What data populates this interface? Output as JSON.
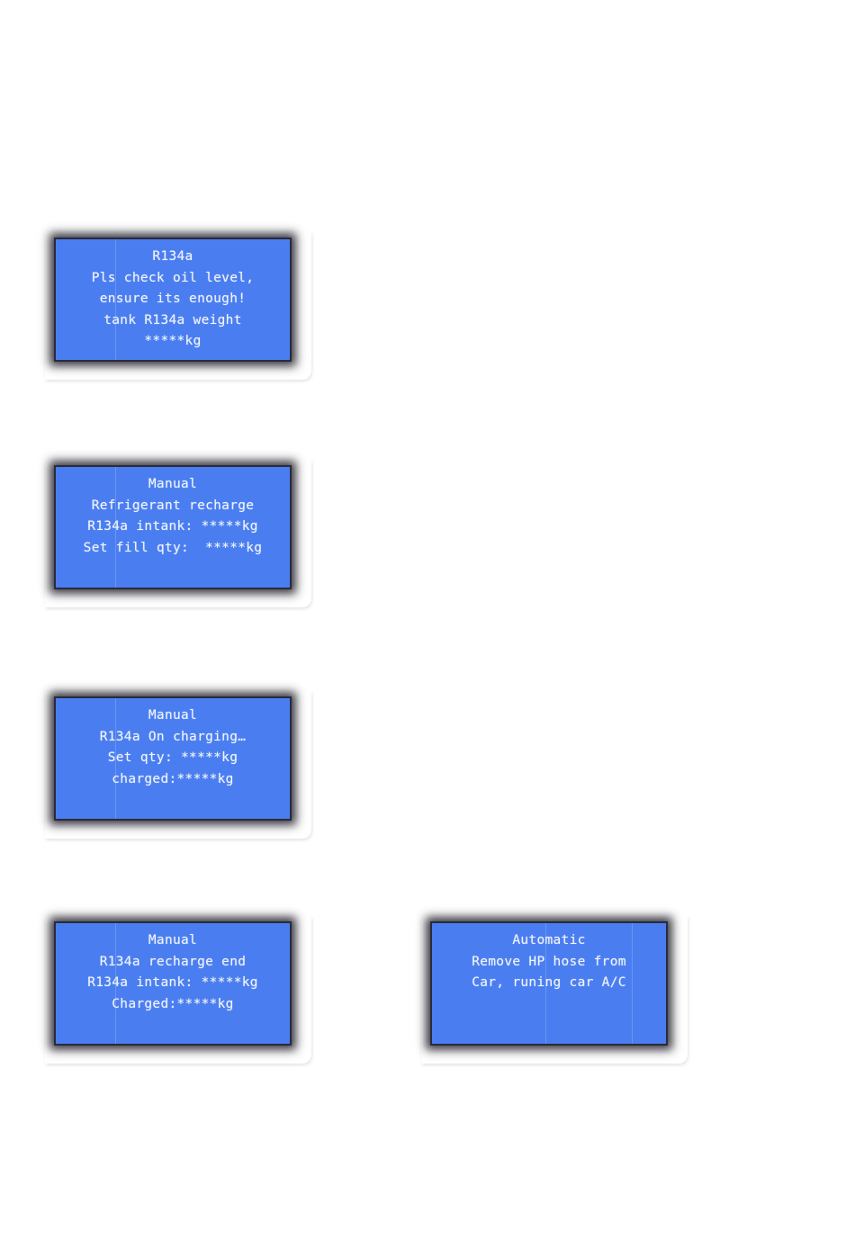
{
  "theme": {
    "lcd_background": "#4a7ef0",
    "lcd_text": "#f2f4ff",
    "lcd_border": "#2a2a3a"
  },
  "screens": [
    {
      "lines": [
        "R134a",
        "Pls check oil level,",
        "ensure its enough!",
        "tank R134a weight",
        "*****kg"
      ]
    },
    {
      "lines": [
        "Manual",
        "Refrigerant recharge",
        "R134a intank: *****kg",
        "Set fill qty:  *****kg"
      ]
    },
    {
      "lines": [
        "Manual",
        "R134a On charging…",
        "Set qty: *****kg",
        "charged:*****kg"
      ]
    },
    {
      "lines": [
        "Manual",
        "R134a recharge end",
        "R134a intank: *****kg",
        "Charged:*****kg"
      ]
    },
    {
      "lines": [
        "Automatic",
        "Remove HP hose from",
        "Car, runing car A/C"
      ]
    }
  ]
}
